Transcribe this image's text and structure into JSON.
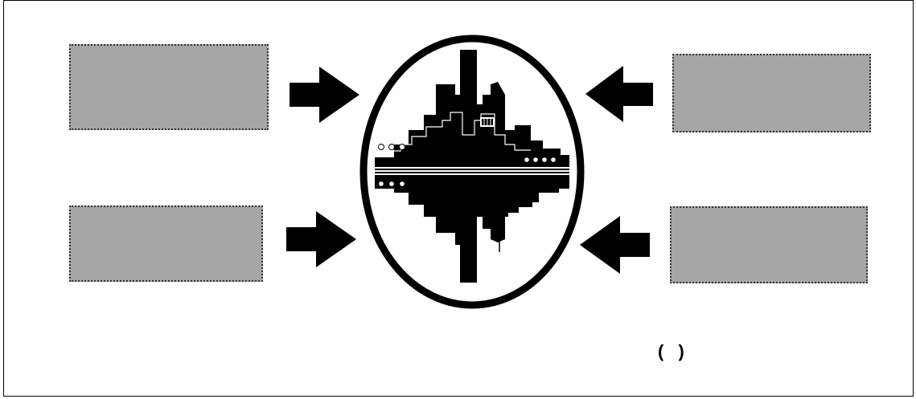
{
  "diagram": {
    "boxes": [
      {
        "position": "top-left",
        "label": ""
      },
      {
        "position": "bottom-left",
        "label": ""
      },
      {
        "position": "top-right",
        "label": ""
      },
      {
        "position": "bottom-right",
        "label": ""
      }
    ],
    "center_icon": "city-skyline-reflection-icon",
    "note": "( )",
    "colors": {
      "box_fill": "#a6a6a6",
      "box_border": "#333333",
      "arrow": "#000000",
      "ellipse_stroke": "#000000"
    }
  }
}
